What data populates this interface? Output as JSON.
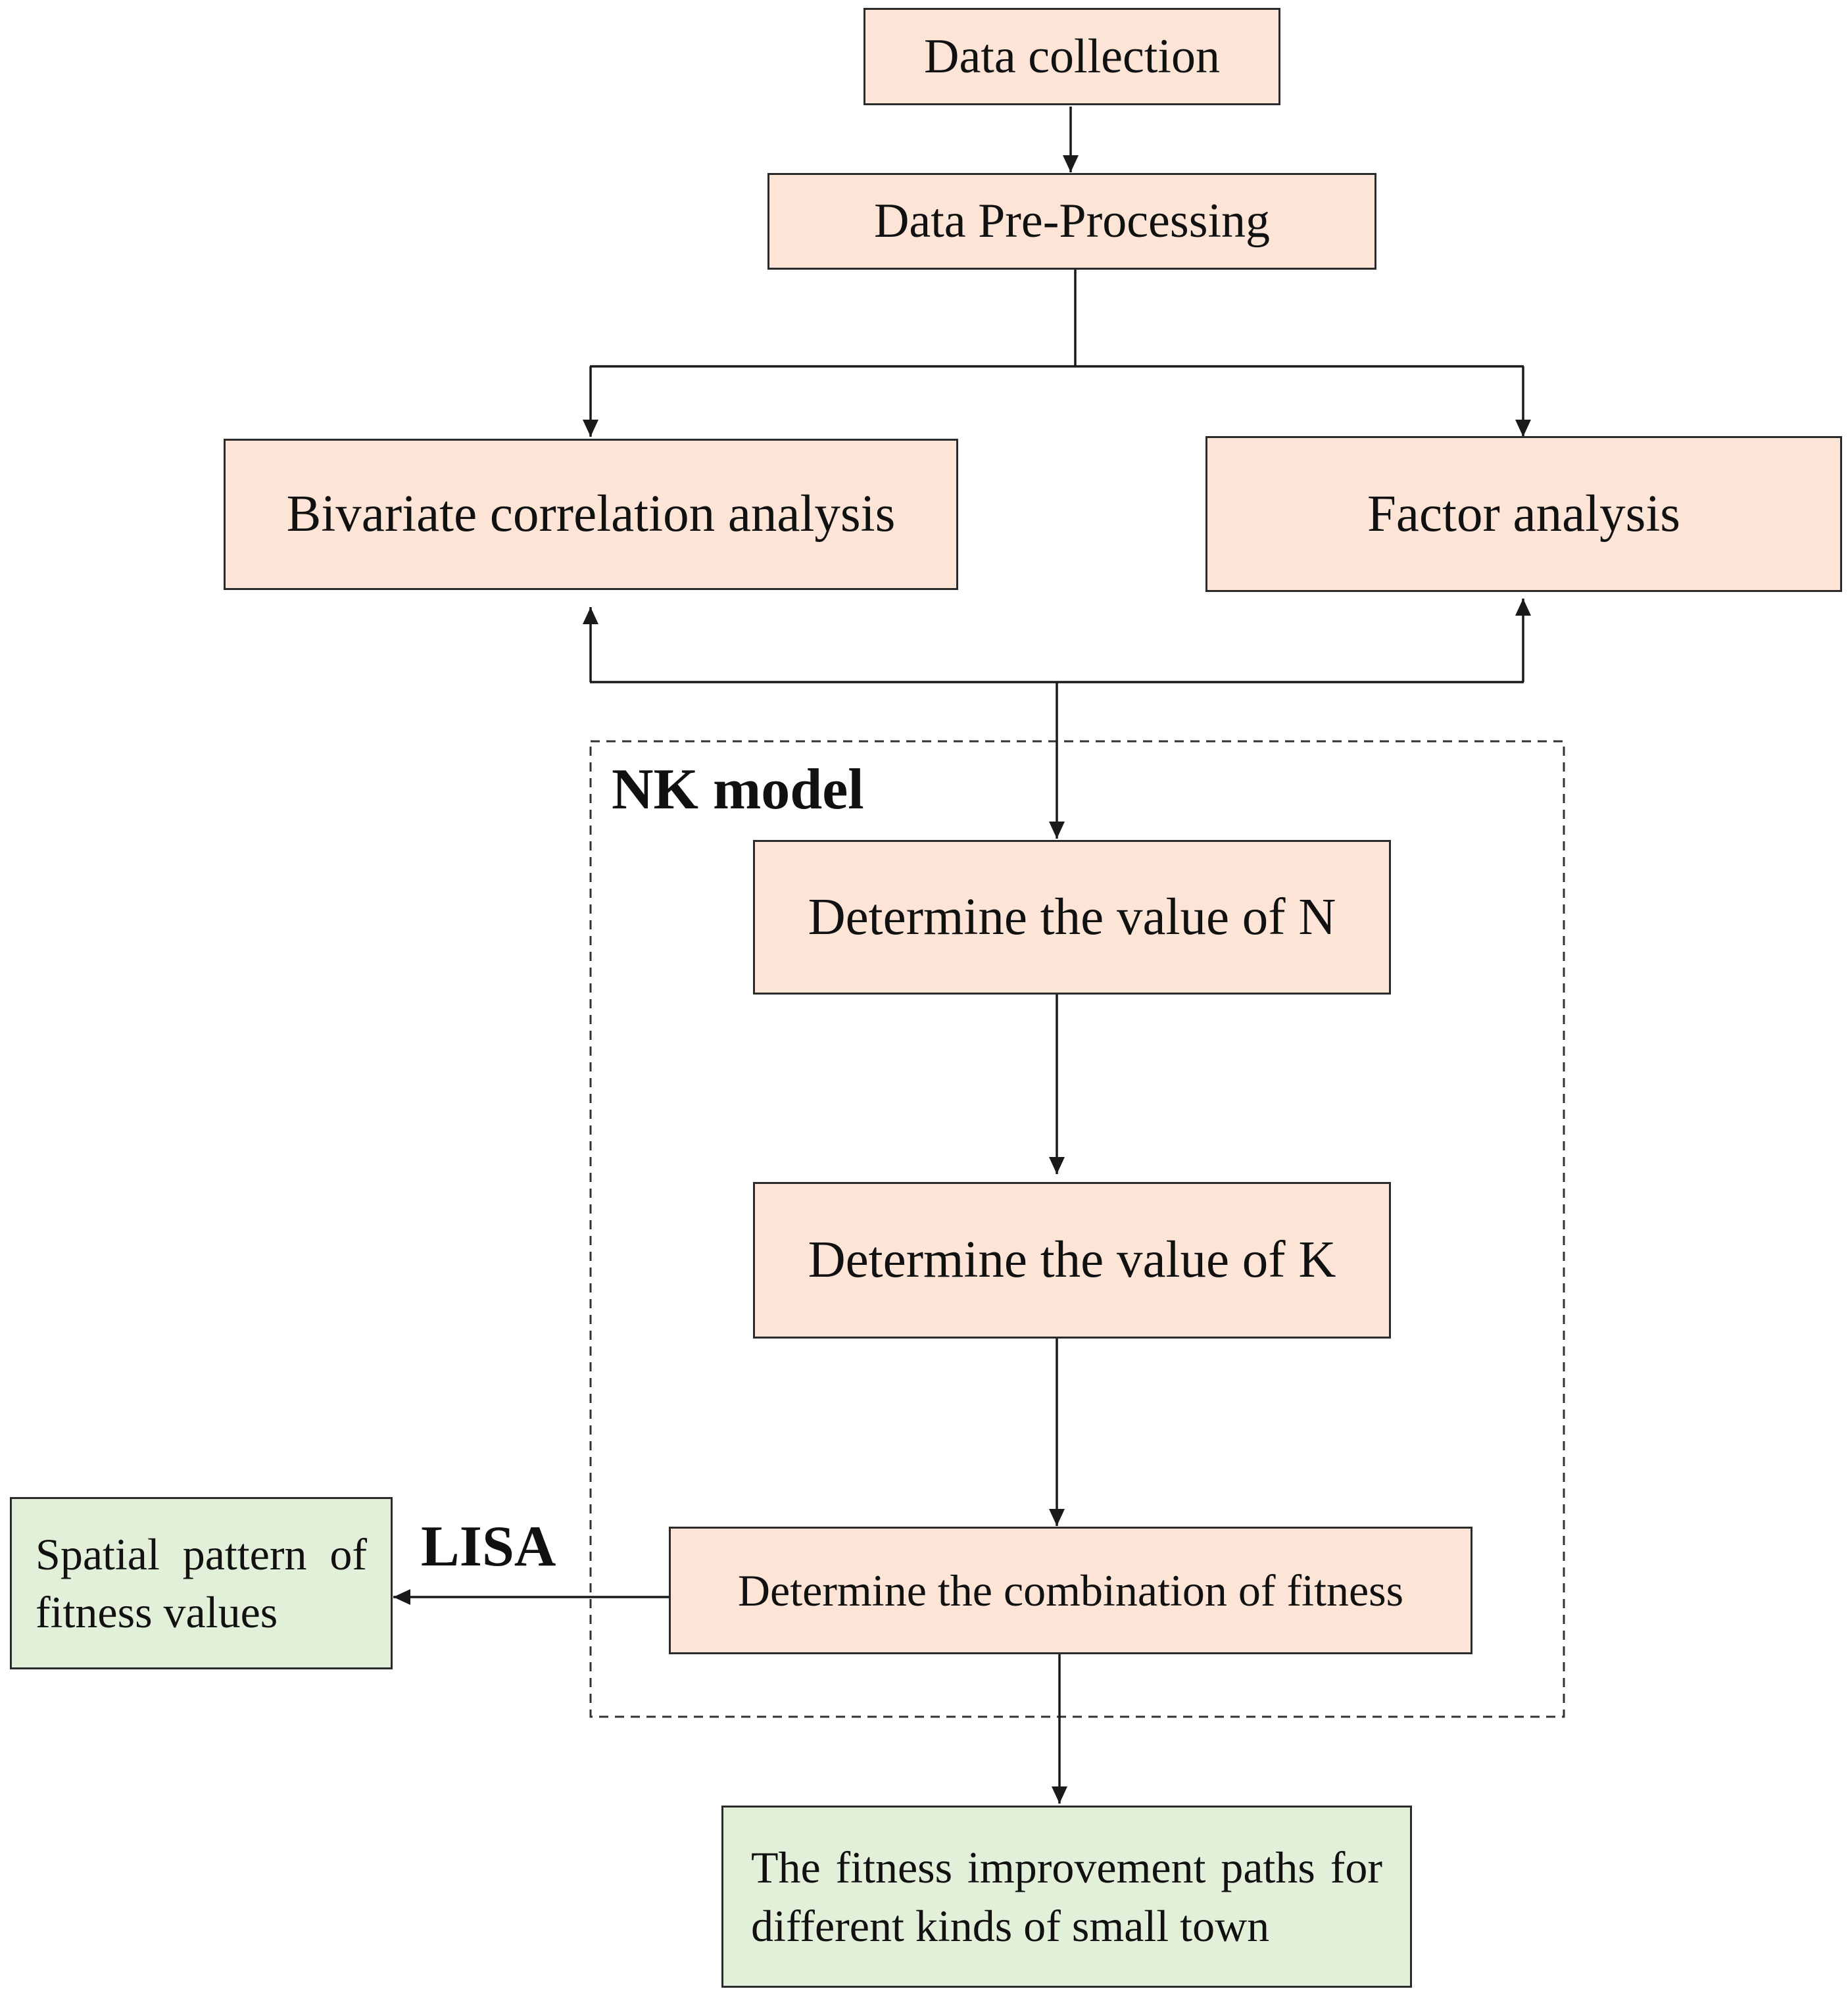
{
  "nodes": {
    "data_collection": "Data collection",
    "data_preprocessing": "Data Pre-Processing",
    "bivariate": "Bivariate correlation analysis",
    "factor": "Factor analysis",
    "value_n": "Determine the value of N",
    "value_k": "Determine the value of K",
    "combination": "Determine the combination of fitness",
    "spatial": "Spatial pattern of fitness values",
    "paths": "The fitness improvement paths for different kinds of small town"
  },
  "labels": {
    "nk_model": "NK model",
    "lisa": "LISA"
  },
  "colors": {
    "process_fill": "#fce4d6",
    "output_fill": "#e2efd9",
    "stroke": "#2b2b2b"
  }
}
